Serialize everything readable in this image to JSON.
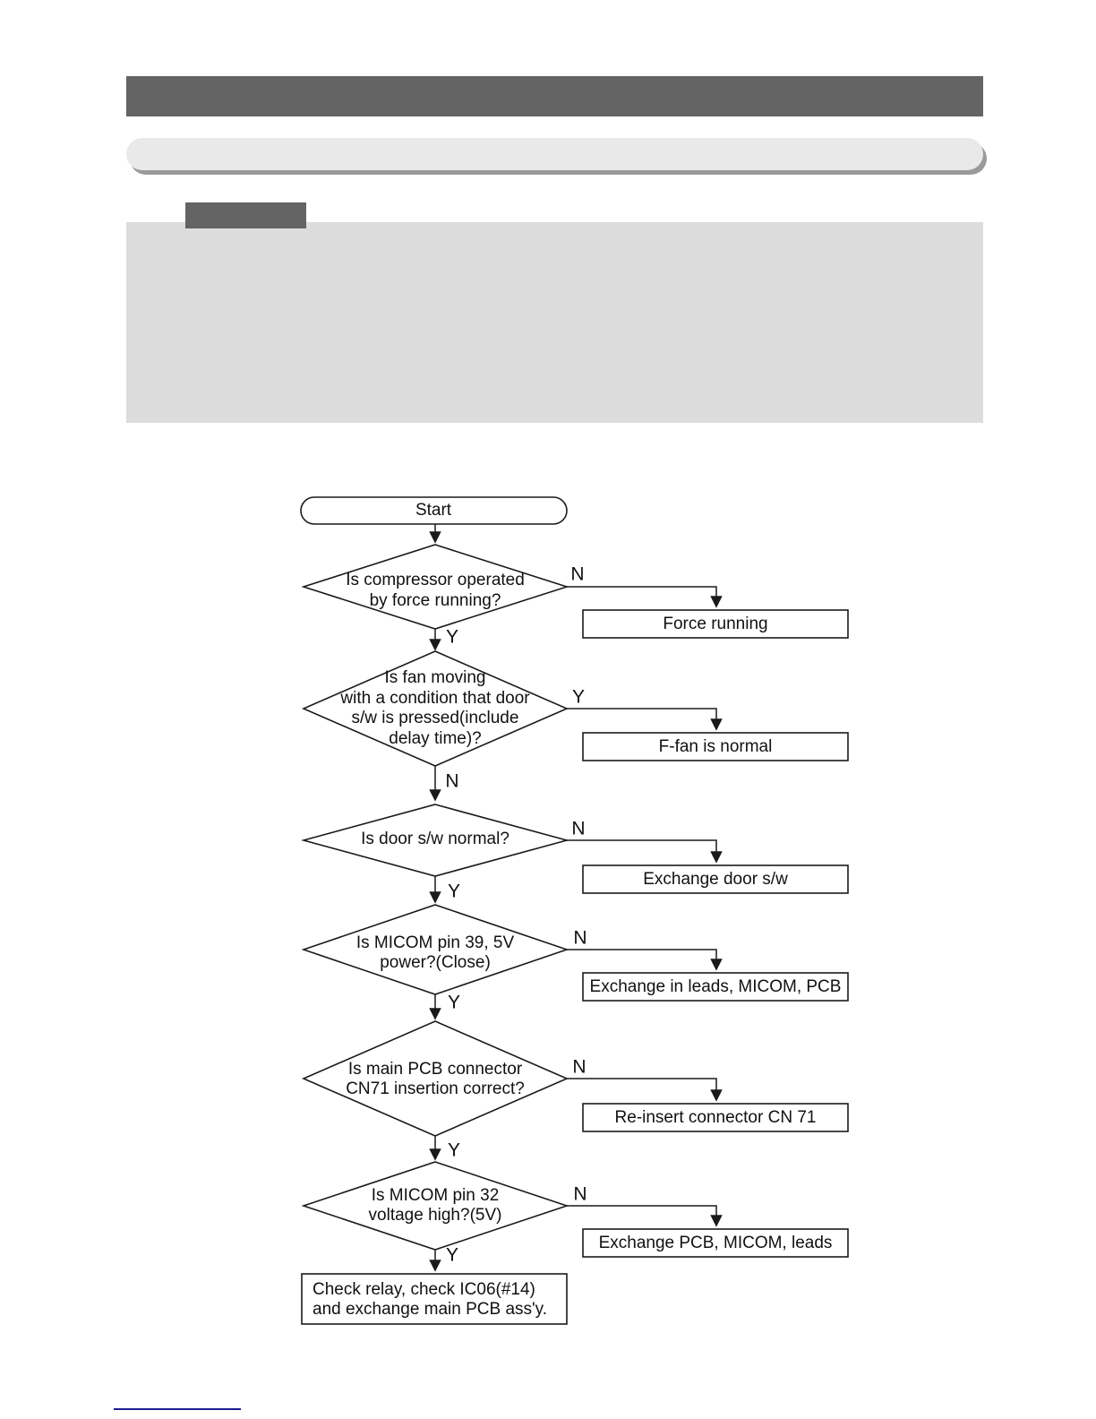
{
  "colors": {
    "title_bar": "#646464",
    "pill_bar": "#e9e9e9",
    "pill_shadow": "#9a9a9a",
    "label_box": "#646464",
    "note_panel": "#dcdcdc",
    "flow_line": "#1a1a1a",
    "footer_rule": "#1c1c8f",
    "page_background": "#ffffff"
  },
  "flowchart": {
    "start_label": "Start",
    "steps": [
      {
        "question_lines": [
          "Is compressor operated",
          "by force running?"
        ],
        "side_label": "N",
        "down_label": "Y",
        "action": "Force running"
      },
      {
        "question_lines": [
          "Is fan moving",
          "with a condition that door",
          "s/w is pressed(include",
          "delay time)?"
        ],
        "side_label": "Y",
        "down_label": "N",
        "action": "F-fan is normal"
      },
      {
        "question_lines": [
          "Is door s/w normal?"
        ],
        "side_label": "N",
        "down_label": "Y",
        "action": "Exchange door s/w"
      },
      {
        "question_lines": [
          "Is MICOM pin 39, 5V",
          "power?(Close)"
        ],
        "side_label": "N",
        "down_label": "Y",
        "action": "Exchange in leads, MICOM, PCB"
      },
      {
        "question_lines": [
          "Is main PCB connector",
          "CN71 insertion correct?"
        ],
        "side_label": "N",
        "down_label": "Y",
        "action": "Re-insert connector CN 71"
      },
      {
        "question_lines": [
          "Is MICOM pin 32",
          "voltage high?(5V)"
        ],
        "side_label": "N",
        "down_label": "Y",
        "action": "Exchange PCB, MICOM, leads"
      }
    ],
    "terminal_lines": [
      "Check relay, check IC06(#14)",
      "and exchange main PCB ass'y."
    ]
  }
}
